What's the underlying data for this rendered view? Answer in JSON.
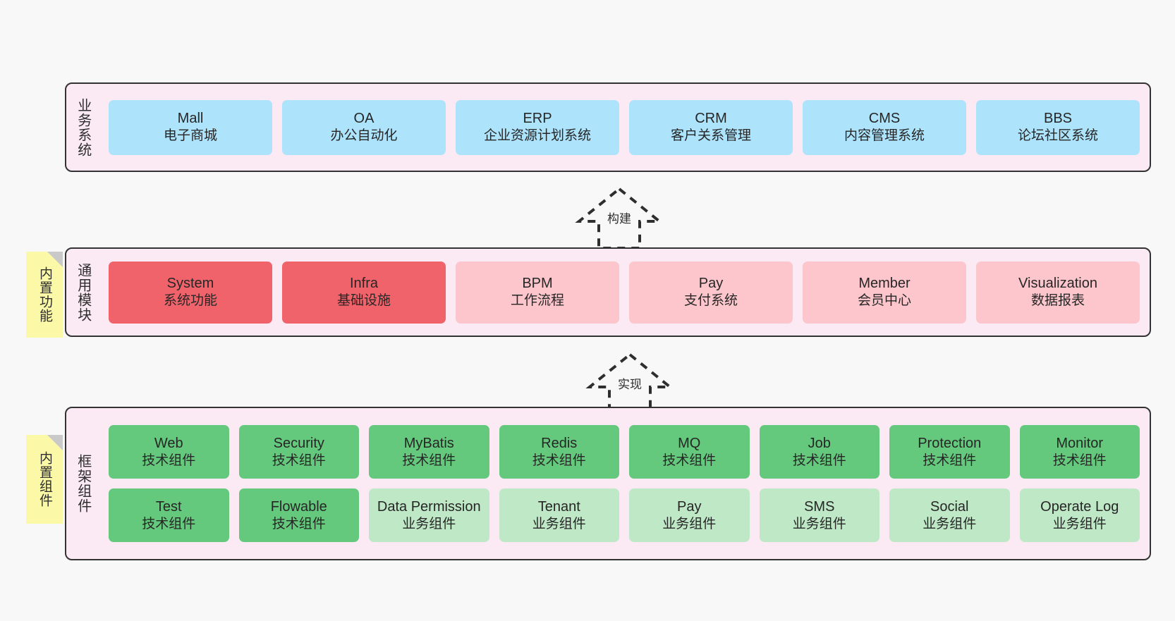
{
  "layers": [
    {
      "id": "business-systems",
      "title": "业务系统",
      "rows": [
        {
          "style": "blue",
          "cards": [
            {
              "title": "Mall",
              "sub": "电子商城"
            },
            {
              "title": "OA",
              "sub": "办公自动化"
            },
            {
              "title": "ERP",
              "sub": "企业资源计划系统"
            },
            {
              "title": "CRM",
              "sub": "客户关系管理"
            },
            {
              "title": "CMS",
              "sub": "内容管理系统"
            },
            {
              "title": "BBS",
              "sub": "论坛社区系统"
            }
          ]
        }
      ]
    },
    {
      "id": "common-modules",
      "title": "通用模块",
      "note": "内置功能",
      "rows": [
        {
          "style": "mixed",
          "cards": [
            {
              "title": "System",
              "sub": "系统功能",
              "style": "red"
            },
            {
              "title": "Infra",
              "sub": "基础设施",
              "style": "red"
            },
            {
              "title": "BPM",
              "sub": "工作流程",
              "style": "pink"
            },
            {
              "title": "Pay",
              "sub": "支付系统",
              "style": "pink"
            },
            {
              "title": "Member",
              "sub": "会员中心",
              "style": "pink"
            },
            {
              "title": "Visualization",
              "sub": "数据报表",
              "style": "pink"
            }
          ]
        }
      ]
    },
    {
      "id": "framework-components",
      "title": "框架组件",
      "note": "内置组件",
      "rows": [
        {
          "style": "green",
          "cards": [
            {
              "title": "Web",
              "sub": "技术组件",
              "style": "green"
            },
            {
              "title": "Security",
              "sub": "技术组件",
              "style": "green"
            },
            {
              "title": "MyBatis",
              "sub": "技术组件",
              "style": "green"
            },
            {
              "title": "Redis",
              "sub": "技术组件",
              "style": "green"
            },
            {
              "title": "MQ",
              "sub": "技术组件",
              "style": "green"
            },
            {
              "title": "Job",
              "sub": "技术组件",
              "style": "green"
            },
            {
              "title": "Protection",
              "sub": "技术组件",
              "style": "green"
            },
            {
              "title": "Monitor",
              "sub": "技术组件",
              "style": "green"
            }
          ]
        },
        {
          "style": "mixed",
          "cards": [
            {
              "title": "Test",
              "sub": "技术组件",
              "style": "green"
            },
            {
              "title": "Flowable",
              "sub": "技术组件",
              "style": "green"
            },
            {
              "title": "Data Permission",
              "sub": "业务组件",
              "style": "lightgreen"
            },
            {
              "title": "Tenant",
              "sub": "业务组件",
              "style": "lightgreen"
            },
            {
              "title": "Pay",
              "sub": "业务组件",
              "style": "lightgreen"
            },
            {
              "title": "SMS",
              "sub": "业务组件",
              "style": "lightgreen"
            },
            {
              "title": "Social",
              "sub": "业务组件",
              "style": "lightgreen"
            },
            {
              "title": "Operate Log",
              "sub": "业务组件",
              "style": "lightgreen"
            }
          ]
        }
      ]
    }
  ],
  "connectors": [
    {
      "id": "build",
      "label": "构建"
    },
    {
      "id": "implement",
      "label": "实现"
    }
  ],
  "colors": {
    "band_background": "#fbeaf4",
    "band_border": "#333333",
    "blue_card": "#ade3fb",
    "red_card": "#f0636b",
    "pink_card": "#fcc6cc",
    "green_card": "#64c97c",
    "light_green_card": "#bfe8c7",
    "note_background": "#fbf8a8",
    "note_fold": "#c9c9c9",
    "canvas": "#f8f8f8",
    "text": "#262626"
  }
}
